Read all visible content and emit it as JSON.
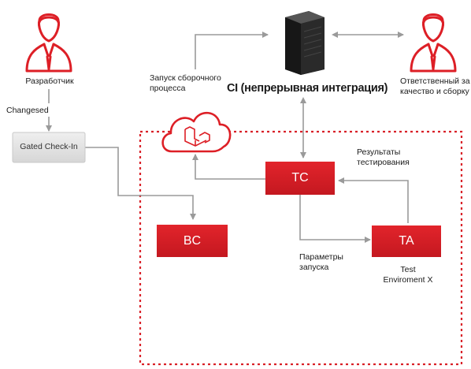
{
  "nodes": {
    "developer": {
      "label": "Разработчик"
    },
    "changeset": {
      "label": "Changesed"
    },
    "gated": {
      "label": "Gated Check-In"
    },
    "launch": {
      "label_line1": "Запуск сборочного",
      "label_line2": "процесса"
    },
    "ci": {
      "label": "CI (непрерывная интеграция)"
    },
    "qa": {
      "label_line1": "Ответственный за",
      "label_line2": "качество и сборку"
    },
    "tc": {
      "label": "TC"
    },
    "bc": {
      "label": "BC"
    },
    "ta": {
      "label": "TA"
    },
    "results": {
      "label_line1": "Результаты",
      "label_line2": "тестирования"
    },
    "params": {
      "label_line1": "Параметры",
      "label_line2": "запуска"
    },
    "test_env": {
      "label_line1": "Test",
      "label_line2": "Enviroment X"
    }
  },
  "colors": {
    "accent_red": "#dd1f26",
    "dark_red": "#b8121a",
    "connector_gray": "#9a9a9a",
    "gated_fill": "#e6e6e6",
    "server_dark": "#2b2b2b"
  },
  "icons": {
    "person": "person-icon",
    "server": "server-icon",
    "cloud": "cloud-laravel-icon"
  }
}
